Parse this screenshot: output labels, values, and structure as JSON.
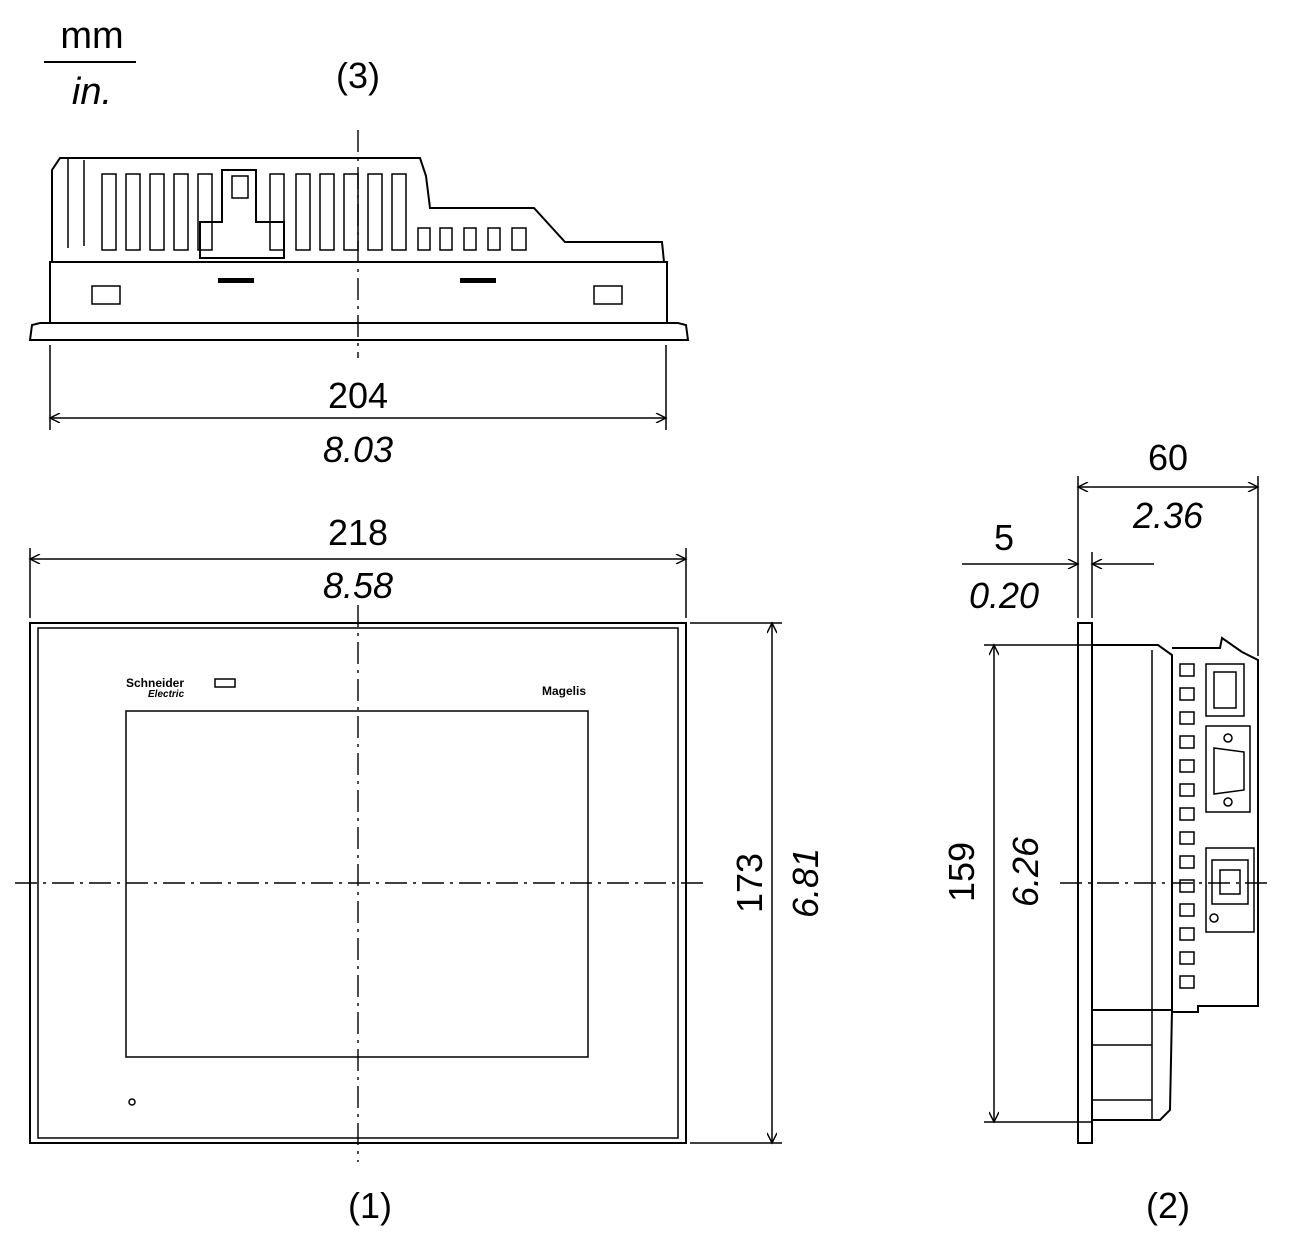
{
  "units": {
    "metric": "mm",
    "imperial": "in."
  },
  "views": {
    "top": "(3)",
    "front": "(1)",
    "side": "(2)"
  },
  "dimensions": {
    "top_width": {
      "mm": "204",
      "in": "8.03"
    },
    "front_width": {
      "mm": "218",
      "in": "8.58"
    },
    "front_height": {
      "mm": "173",
      "in": "6.81"
    },
    "side_depth": {
      "mm": "60",
      "in": "2.36"
    },
    "bezel_depth": {
      "mm": "5",
      "in": "0.20"
    },
    "side_height": {
      "mm": "159",
      "in": "6.26"
    }
  },
  "branding": {
    "maker_line1": "Schneider",
    "maker_line2": "Electric",
    "product": "Magelis"
  },
  "icons": [
    "arrowhead-icon",
    "status-led-icon",
    "ethernet-port-icon",
    "serial-port-icon",
    "usb-port-icon"
  ]
}
